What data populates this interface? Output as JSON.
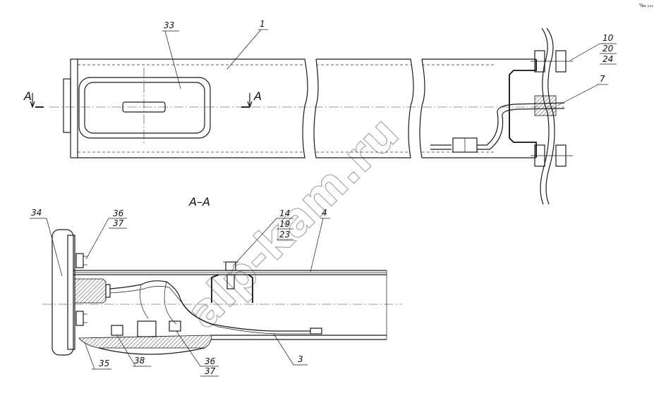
{
  "section_title": "A–A",
  "section_marks": {
    "left": "A",
    "right": "A"
  },
  "callouts": {
    "c1": "1",
    "c33": "33",
    "c10": "10",
    "c20": "20",
    "c24": "24",
    "c7": "7",
    "c34": "34",
    "c36a": "36",
    "c37a": "37",
    "c14": "14",
    "c19": "19",
    "c23": "23",
    "c4": "4",
    "c3": "3",
    "c35": "35",
    "c38": "38",
    "c36b": "36",
    "c37b": "37"
  },
  "watermark": "alp-kam.ru",
  "corner_mark": "‰ ₒₒₒ"
}
